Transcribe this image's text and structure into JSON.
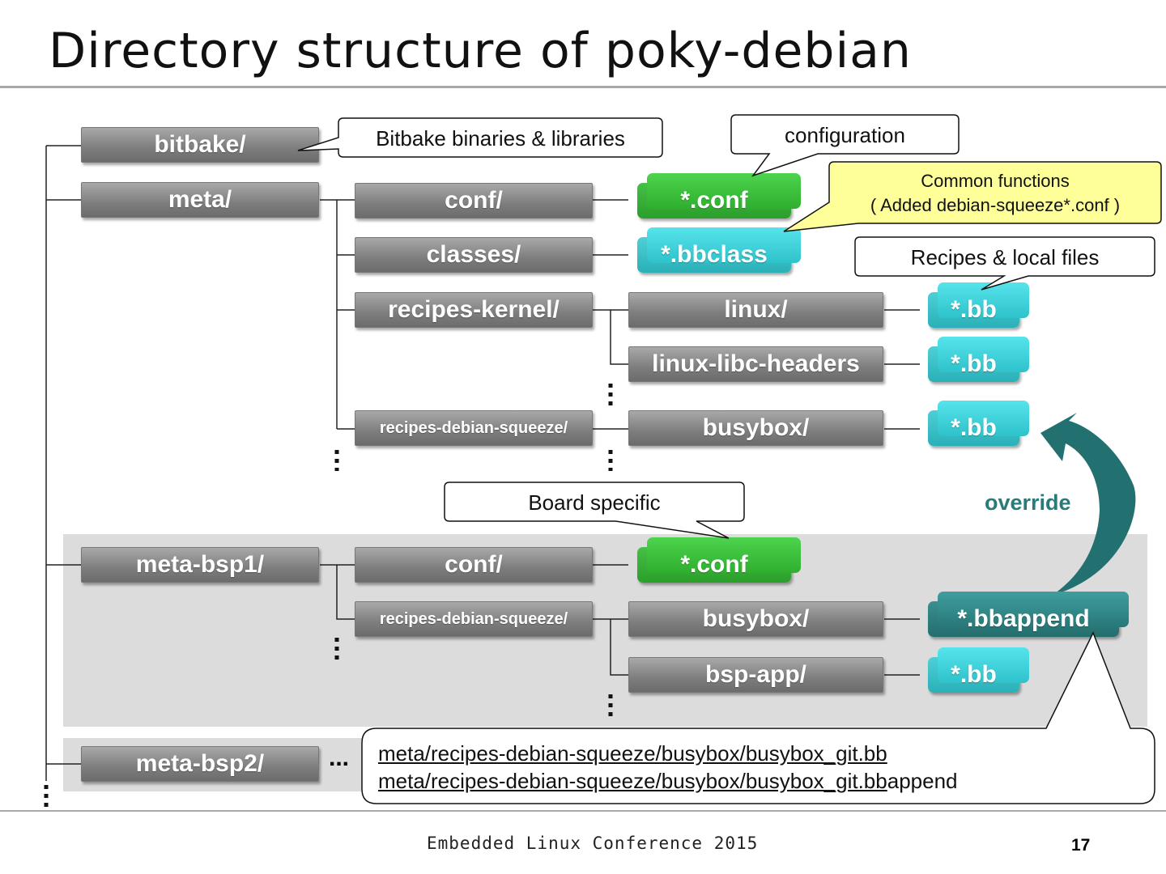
{
  "title": "Directory structure of poky-debian",
  "dirs": {
    "bitbake": "bitbake/",
    "meta": "meta/",
    "conf": "conf/",
    "classes": "classes/",
    "recipes_kernel": "recipes-kernel/",
    "recipes_debian": "recipes-debian-squeeze/",
    "linux": "linux/",
    "linux_libc": "linux-libc-headers",
    "busybox": "busybox/",
    "meta_bsp1": "meta-bsp1/",
    "bsp_conf": "conf/",
    "bsp_recipes": "recipes-debian-squeeze/",
    "bsp_busybox": "busybox/",
    "bsp_app": "bsp-app/",
    "meta_bsp2": "meta-bsp2/",
    "ellipsis": "..."
  },
  "files": {
    "conf": "*.conf",
    "bbclass": "*.bbclass",
    "bb1": "*.bb",
    "bb2": "*.bb",
    "bb3": "*.bb",
    "bsp_conf": "*.conf",
    "bbappend": "*.bbappend",
    "bsp_bb": "*.bb"
  },
  "callouts": {
    "bitbake": "Bitbake binaries & libraries",
    "configuration": "configuration",
    "common1": "Common functions",
    "common2": "( Added debian-squeeze*.conf )",
    "recipes": "Recipes & local files",
    "board": "Board specific",
    "path_underlined1": "meta/recipes-debian-squeeze/busybox/busybox_git.bb",
    "path_underlined2": "meta/recipes-debian-squeeze/busybox/busybox_git.bb",
    "path_suffix2": "append"
  },
  "override": "override",
  "footer": "Embedded Linux Conference 2015",
  "page_number": "17",
  "colors": {
    "dir": "#808080",
    "conf": "#2fa52f",
    "bbclass": "#30b8c0",
    "bbappend": "#2a7a7a",
    "common_callout": "#ffff99"
  }
}
